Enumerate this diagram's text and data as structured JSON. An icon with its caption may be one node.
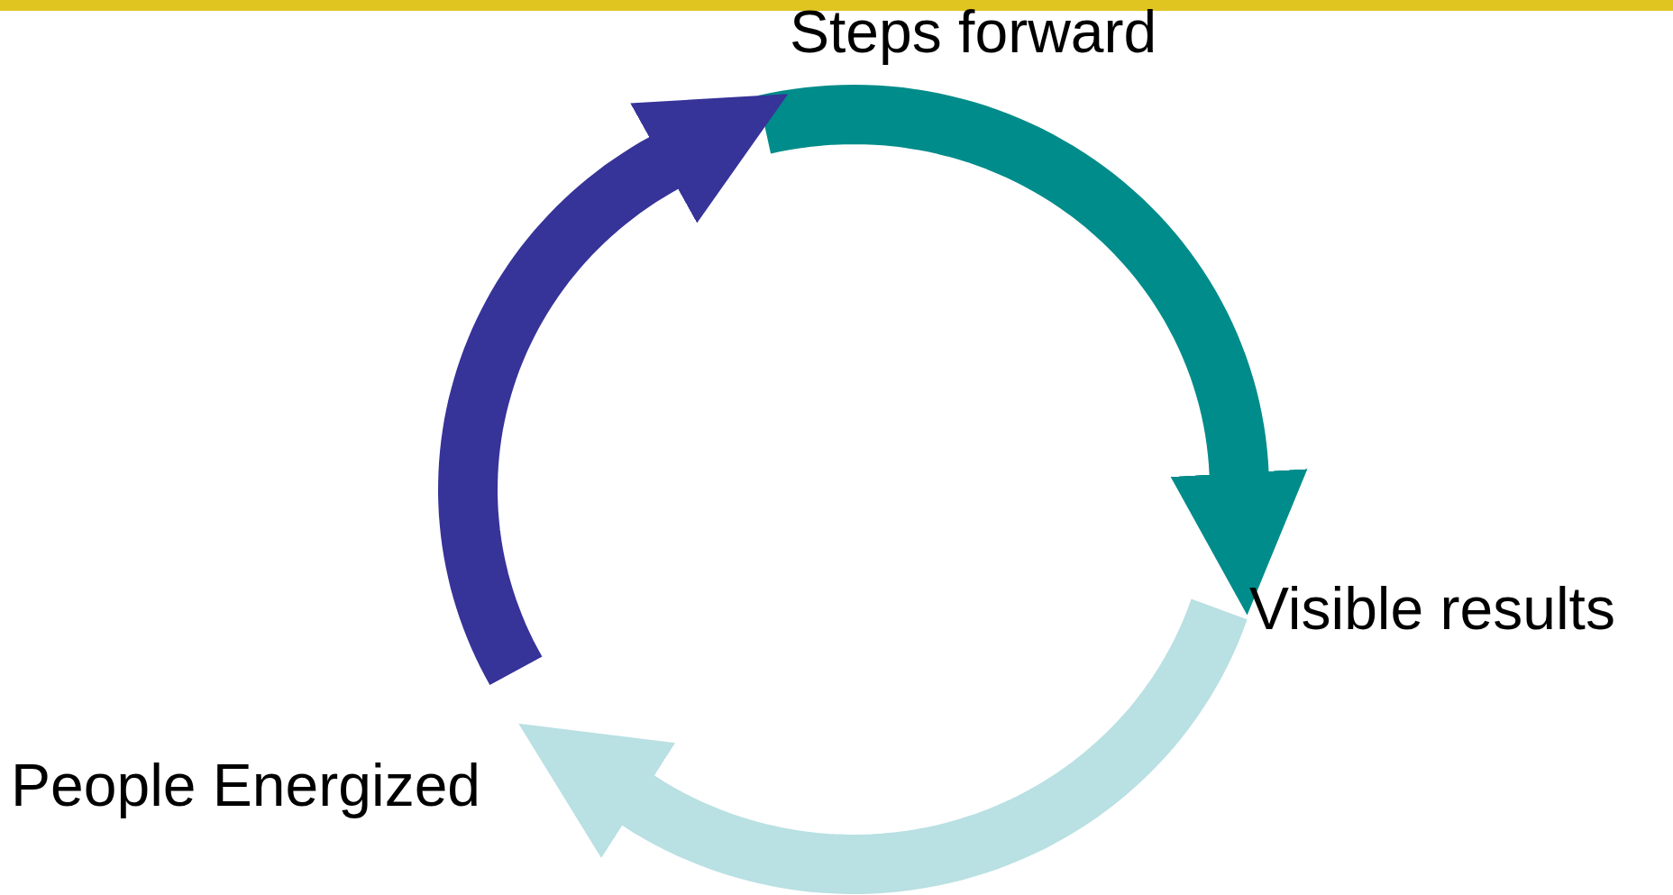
{
  "diagram": {
    "nodes": [
      {
        "text": [
          "Steps forward"
        ]
      },
      {
        "text": [
          "Visible results"
        ]
      },
      {
        "text": [
          "People Energized"
        ]
      }
    ],
    "edges": [
      {
        "from": 2,
        "to": 0,
        "arrow": "to",
        "color": "#363399"
      },
      {
        "from": 0,
        "to": 1,
        "arrow": "to",
        "color": "#008c8a"
      },
      {
        "from": 1,
        "to": 2,
        "arrow": "to",
        "color": "#b9e0e3"
      }
    ]
  }
}
